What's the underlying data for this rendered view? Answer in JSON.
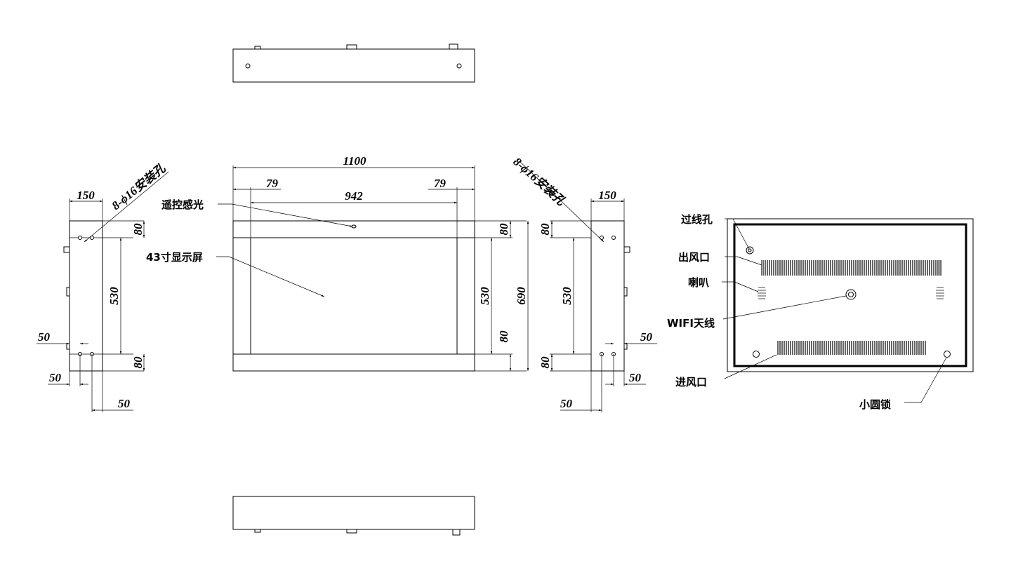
{
  "dimensions": {
    "top_width": "1100",
    "left_inset": "79",
    "right_inset": "79",
    "screen_width": "942",
    "right_top": "80",
    "right_mid": "530",
    "right_bottom": "80",
    "right_total": "690",
    "left_depth": "150",
    "left_top": "80",
    "left_mid": "530",
    "left_bottom": "80",
    "left_off_a": "50",
    "left_off_b": "50",
    "left_off_c": "50",
    "right_depth": "150",
    "right_top_v": "80",
    "right_mid_v": "530",
    "right_bottom_v": "80",
    "right_off_a": "50",
    "right_off_b": "50",
    "right_off_c": "50",
    "left_holes": "8-ϕ16安装孔",
    "right_holes": "8-ϕ16安装孔"
  },
  "labels": {
    "remote_sensor": "遥控感光",
    "display": "43寸显示屏",
    "cable_hole": "过线孔",
    "air_outlet": "出风口",
    "speaker": "喇叭",
    "wifi": "WIFI天线",
    "air_inlet": "进风口",
    "lock": "小圆锁"
  }
}
